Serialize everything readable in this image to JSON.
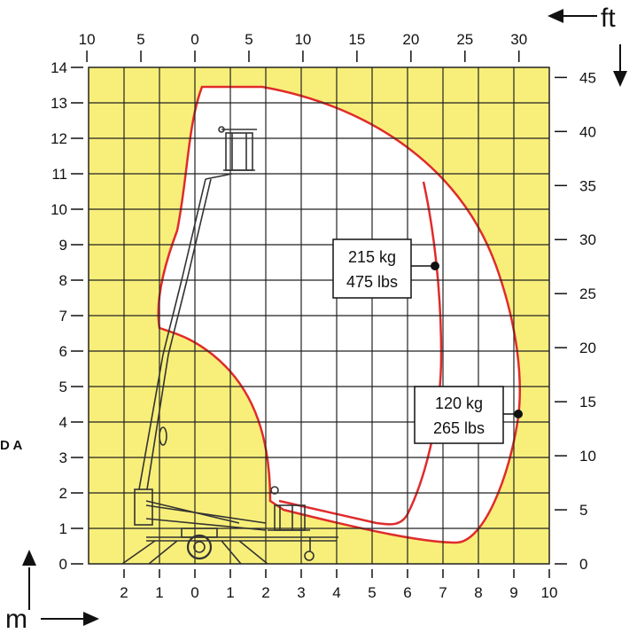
{
  "diagram": {
    "side_label": "D A",
    "unit_ft": "ft",
    "unit_m": "m",
    "axes": {
      "left_m_ticks": [
        "0",
        "1",
        "2",
        "3",
        "4",
        "5",
        "6",
        "7",
        "8",
        "9",
        "10",
        "11",
        "12",
        "13",
        "14"
      ],
      "right_ft_ticks": [
        "0",
        "5",
        "10",
        "15",
        "20",
        "25",
        "30",
        "35",
        "40",
        "45"
      ],
      "bottom_m_ticks": [
        "2",
        "1",
        "0",
        "1",
        "2",
        "3",
        "4",
        "5",
        "6",
        "7",
        "8",
        "9",
        "10"
      ],
      "top_ft_ticks": [
        "10",
        "5",
        "0",
        "5",
        "10",
        "15",
        "20",
        "25",
        "30"
      ]
    },
    "load_labels": [
      {
        "line1": "215 kg",
        "line2": "475 lbs"
      },
      {
        "line1": "120 kg",
        "line2": "265 lbs"
      }
    ],
    "colors": {
      "grid_bg": "#f8ef7a",
      "envelope_fill": "#ffffff",
      "envelope_line": "#e02b2b",
      "grid_line": "#222222"
    }
  }
}
